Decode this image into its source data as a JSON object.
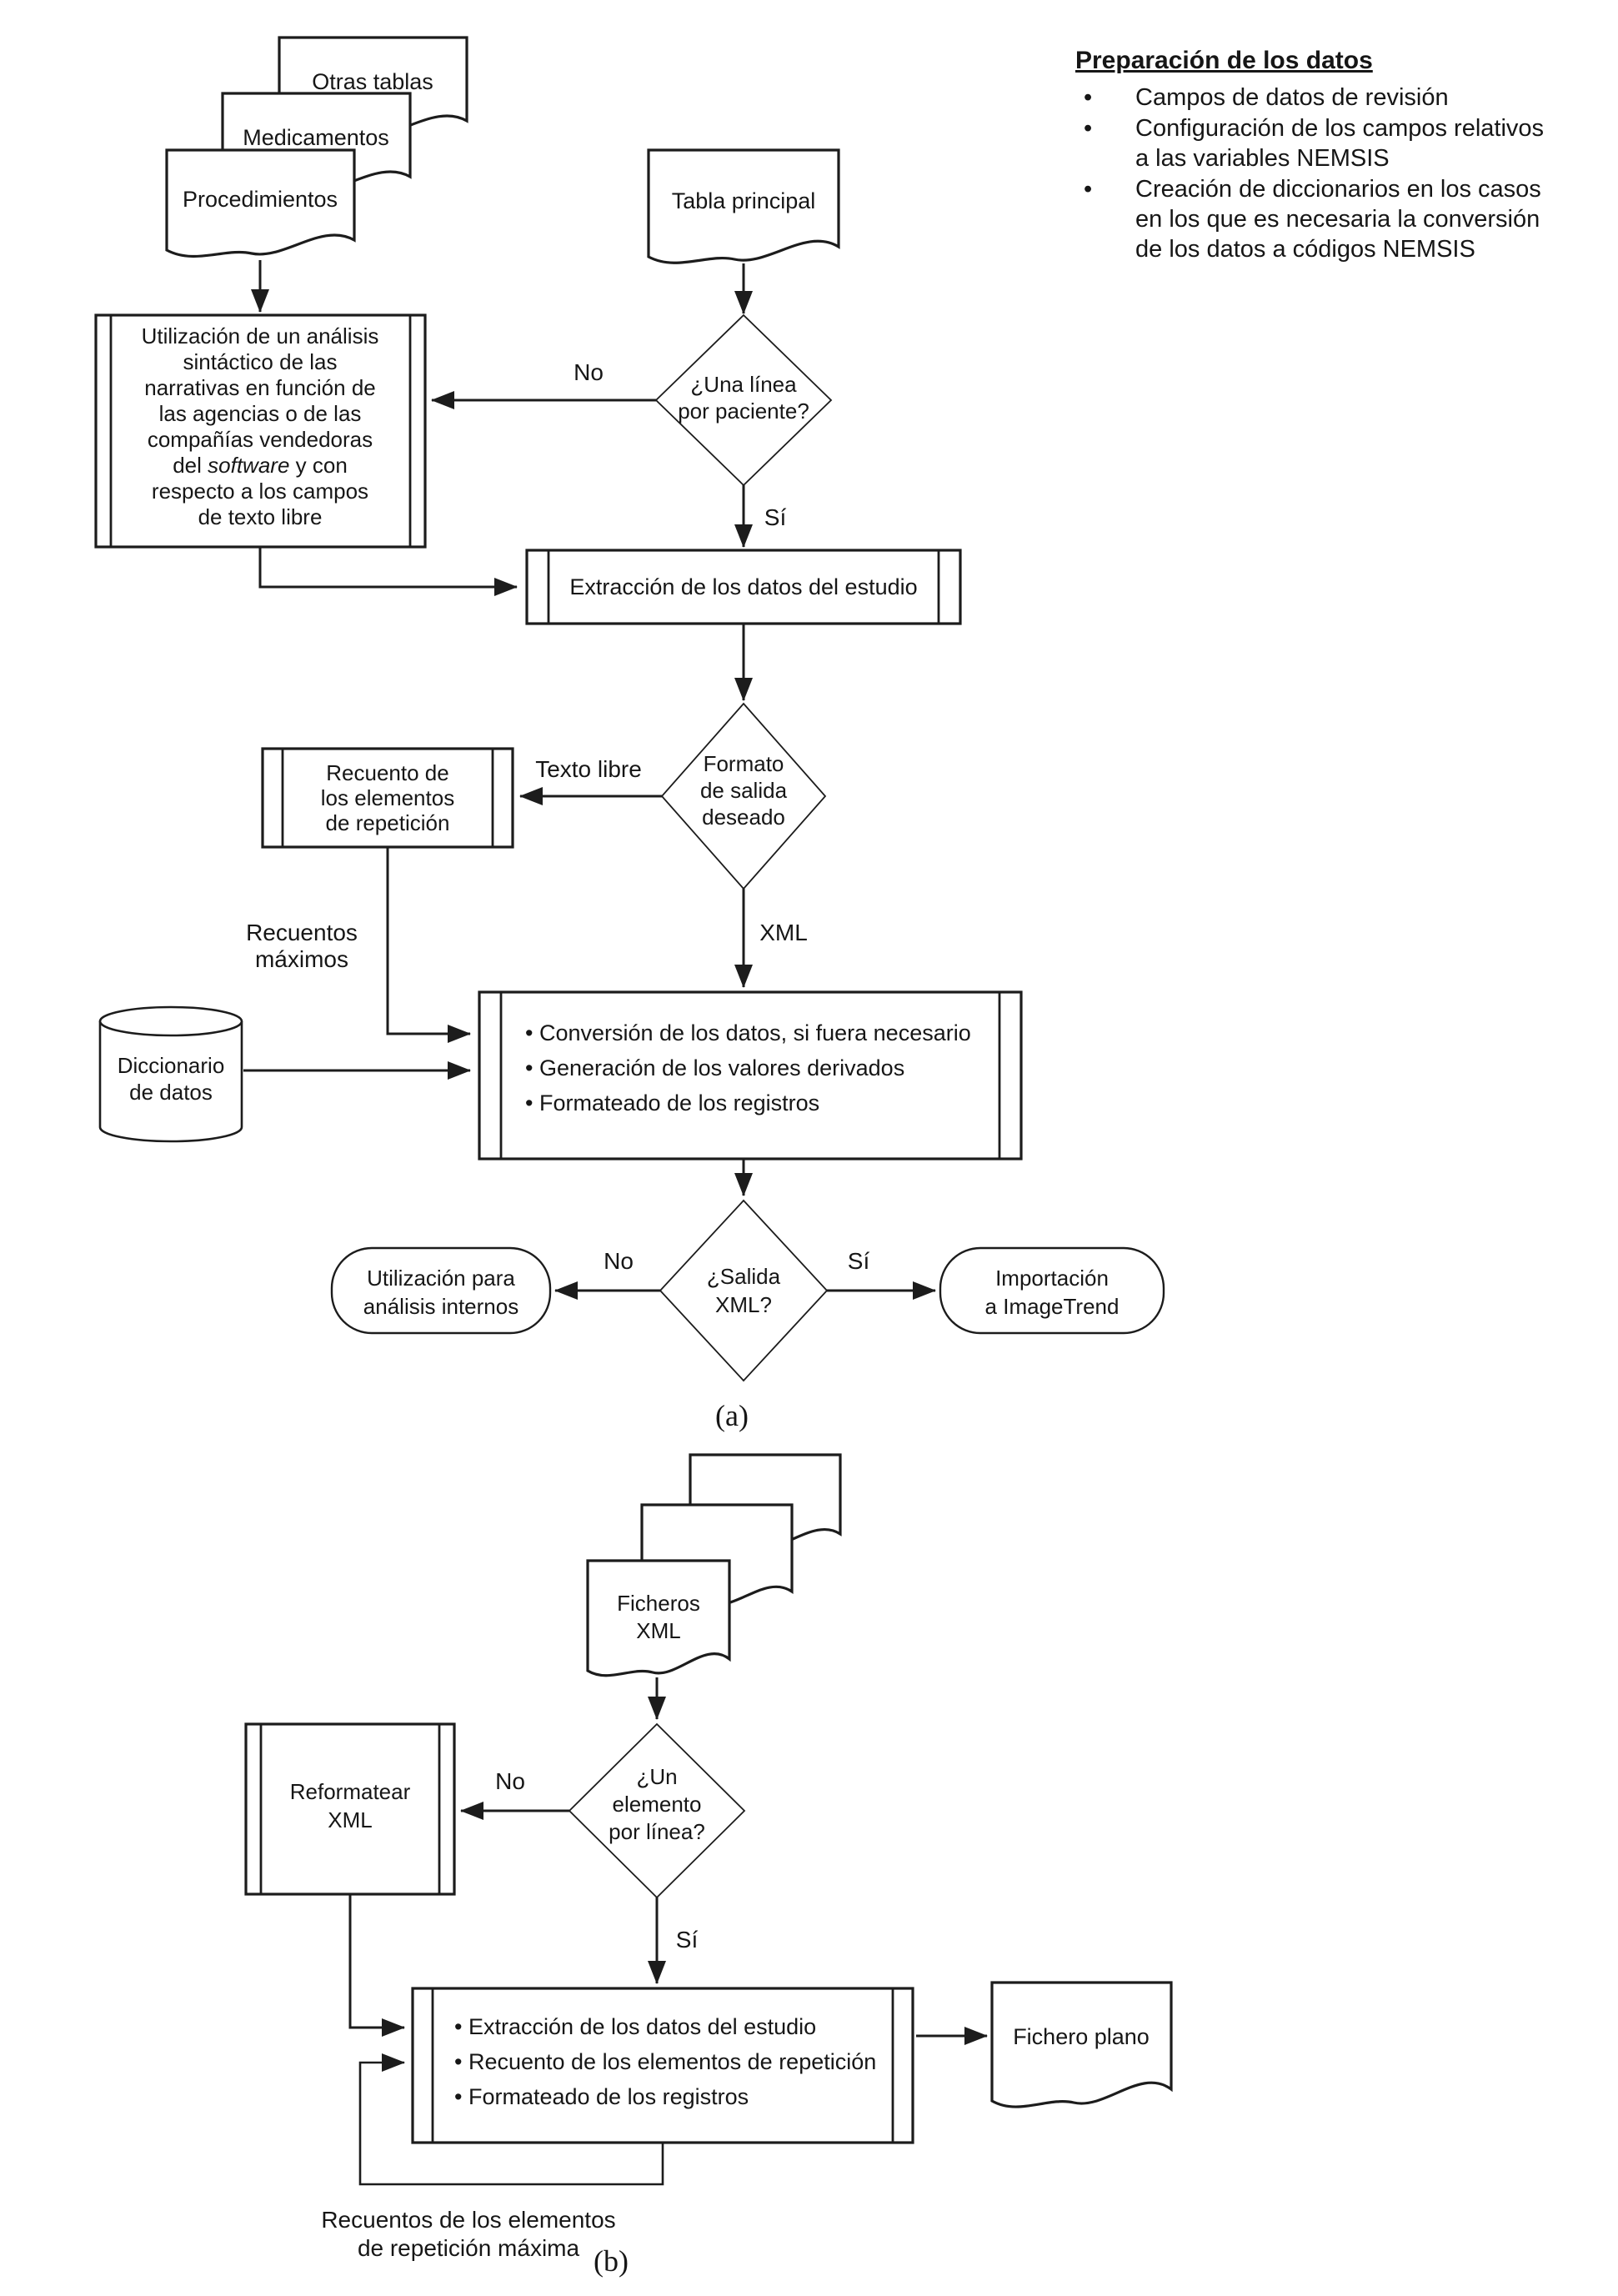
{
  "notes": {
    "title": "Preparación de los datos",
    "bullet_char": "•",
    "item1_l1": "Campos de datos de revisión",
    "item2_l1": "Configuración de los campos relativos",
    "item2_l2": "a las variables NEMSIS",
    "item3_l1": "Creación de diccionarios en los casos",
    "item3_l2": "en los que es necesaria la conversión",
    "item3_l3": "de los datos a códigos NEMSIS"
  },
  "a": {
    "panel_label": "(a)",
    "docs": {
      "otras": "Otras tablas",
      "medicamentos": "Medicamentos",
      "procedimientos": "Procedimientos",
      "tabla": "Tabla principal"
    },
    "parse_box": {
      "l1": "Utilización de un análisis",
      "l2": "sintáctico de las",
      "l3": "narrativas en función de",
      "l4": "las agencias o de las",
      "l5": "compañías vendedoras",
      "l6pre": "del ",
      "l6italic": "software",
      "l6post": " y con",
      "l7": "respecto a los campos",
      "l8": "de texto libre"
    },
    "d1": {
      "l1": "¿Una línea",
      "l2": "por paciente?",
      "no": "No",
      "si": "Sí"
    },
    "extraccion": "Extracción de los datos del estudio",
    "d2": {
      "l1": "Formato",
      "l2": "de salida",
      "l3": "deseado",
      "branch_left": "Texto libre",
      "branch_down": "XML"
    },
    "recuento": {
      "l1": "Recuento de",
      "l2": "los elementos",
      "l3": "de repetición"
    },
    "recuentos_max": {
      "l1": "Recuentos",
      "l2": "máximos"
    },
    "diccionario": {
      "l1": "Diccionario",
      "l2": "de datos"
    },
    "big_box": {
      "b1": "•  Conversión de los datos, si fuera necesario",
      "b2": "•  Generación de los valores derivados",
      "b3": "•  Formateado de los registros"
    },
    "d3": {
      "l1": "¿Salida",
      "l2": "XML?",
      "no": "No",
      "si": "Sí"
    },
    "oval_left": {
      "l1": "Utilización para",
      "l2": "análisis internos"
    },
    "oval_right": {
      "l1": "Importación",
      "l2": "a ImageTrend"
    }
  },
  "b": {
    "panel_label": "(b)",
    "doc": {
      "l1": "Ficheros",
      "l2": "XML"
    },
    "d4": {
      "l1": "¿Un",
      "l2": "elemento",
      "l3": "por línea?",
      "no": "No",
      "si": "Sí"
    },
    "reformat": {
      "l1": "Reformatear",
      "l2": "XML"
    },
    "box": {
      "b1": "•  Extracción de los datos del estudio",
      "b2": "•  Recuento de los elementos de repetición",
      "b3": "•  Formateado de los registros"
    },
    "fichero_plano": "Fichero plano",
    "loop_label": {
      "l1": "Recuentos de los elementos",
      "l2": "de repetición máxima"
    }
  }
}
